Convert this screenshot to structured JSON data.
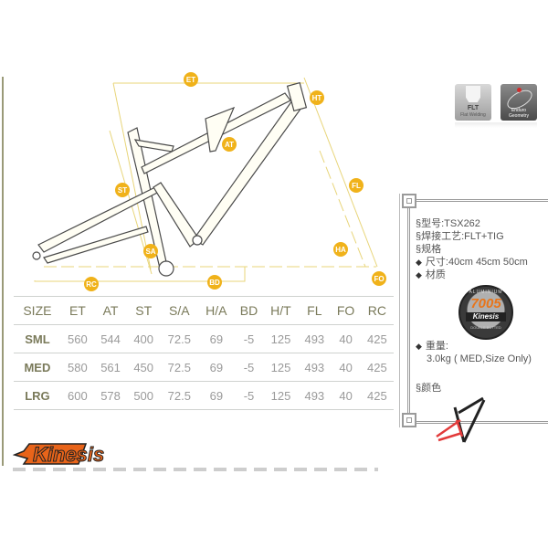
{
  "diagram": {
    "labels": [
      "ET",
      "HT",
      "AT",
      "ST",
      "FL",
      "SA",
      "HA",
      "RC",
      "BD",
      "FO"
    ],
    "accent_color": "#f0b21a"
  },
  "badges": {
    "flt": {
      "title": "FLT",
      "subtitle": "Flat Welding"
    },
    "geometry": {
      "title": "Enduro",
      "subtitle": "Geometry"
    }
  },
  "geometry_table": {
    "headers": [
      "SIZE",
      "ET",
      "AT",
      "ST",
      "S/A",
      "H/A",
      "BD",
      "H/T",
      "FL",
      "FO",
      "RC"
    ],
    "rows": [
      [
        "SML",
        "560",
        "544",
        "400",
        "72.5",
        "69",
        "-5",
        "125",
        "493",
        "40",
        "425"
      ],
      [
        "MED",
        "580",
        "561",
        "450",
        "72.5",
        "69",
        "-5",
        "125",
        "493",
        "40",
        "425"
      ],
      [
        "LRG",
        "600",
        "578",
        "500",
        "72.5",
        "69",
        "-5",
        "125",
        "493",
        "40",
        "425"
      ]
    ]
  },
  "brand": {
    "logo_text": "Kinesis",
    "color": "#e8641a"
  },
  "specs": {
    "model": "§型号:TSX262",
    "welding": "§焊接工艺:FLT+TIG",
    "spec_heading": "§规格",
    "size_label": "尺寸:",
    "sizes": "40cm  45cm  50cm",
    "material_label": "材质",
    "material_seal": {
      "top": "ALUMINIUM",
      "number": "7005",
      "brand": "Kinesis",
      "bottom": "DOUBLE BUTTED"
    },
    "weight_label": "重量:",
    "weight_value": "3.0kg ( MED,Size Only)",
    "color_heading": "§颜色"
  },
  "bullet": "◆"
}
